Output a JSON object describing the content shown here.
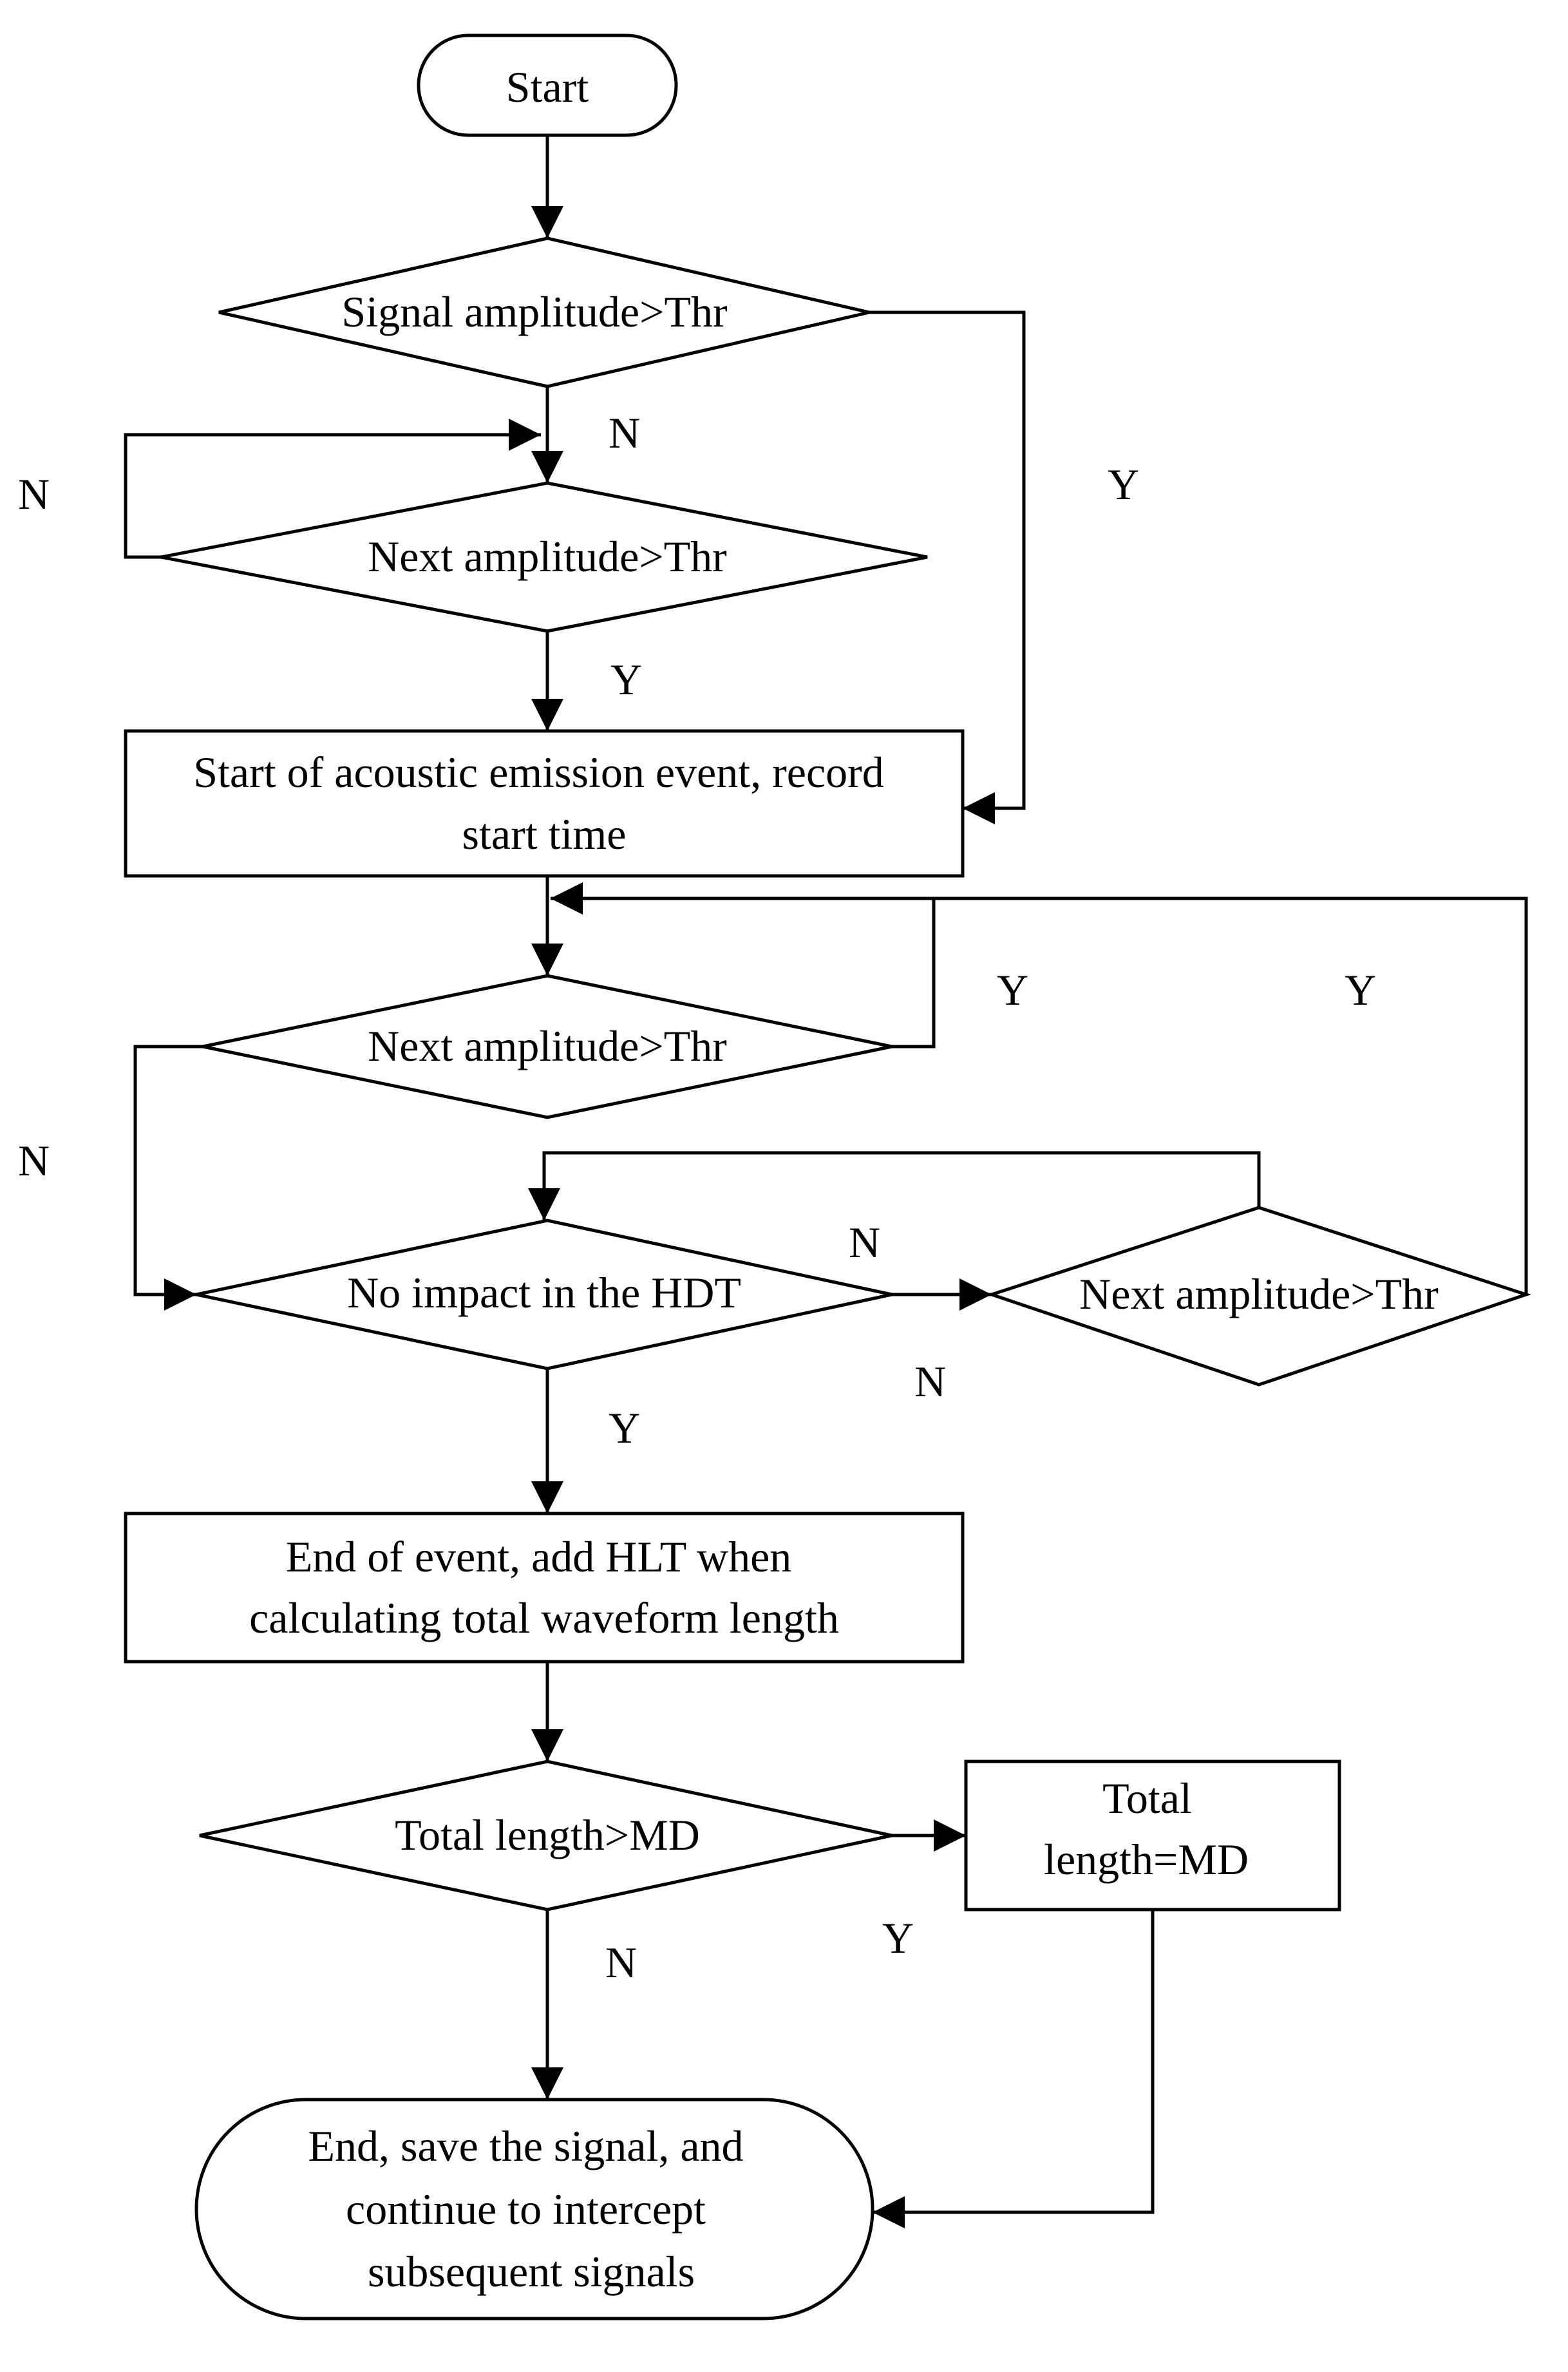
{
  "nodes": {
    "start": {
      "lines": [
        "Start"
      ]
    },
    "signal_amplitude": {
      "lines": [
        "Signal amplitude>Thr"
      ]
    },
    "next_amplitude_1": {
      "lines": [
        "Next amplitude>Thr"
      ]
    },
    "event_start": {
      "lines": [
        "Start of acoustic emission event, record",
        "start time"
      ]
    },
    "next_amplitude_2": {
      "lines": [
        "Next amplitude>Thr"
      ]
    },
    "no_impact_hdt": {
      "lines": [
        "No impact in the HDT"
      ]
    },
    "next_amplitude_3": {
      "lines": [
        "Next amplitude>Thr"
      ]
    },
    "event_end": {
      "lines": [
        "End of event, add HLT when",
        "calculating total waveform length"
      ]
    },
    "total_length_check": {
      "lines": [
        "Total length>MD"
      ]
    },
    "total_length_set": {
      "lines": [
        "Total",
        "length=MD"
      ]
    },
    "end": {
      "lines": [
        "End, save the signal, and",
        "continue to intercept",
        "subsequent signals"
      ]
    }
  },
  "branch_labels": {
    "signal_amplitude_yes": "Y",
    "signal_amplitude_no": "N",
    "next_amplitude_1_loop_no": "N",
    "next_amplitude_1_yes": "Y",
    "next_amplitude_2_loop_yes": "Y",
    "next_amplitude_3_loop_yes": "Y",
    "next_amplitude_2_no": "N",
    "no_impact_no": "N",
    "next_amplitude_3_no": "N",
    "no_impact_yes": "Y",
    "total_length_no": "N",
    "total_length_yes": "Y"
  }
}
